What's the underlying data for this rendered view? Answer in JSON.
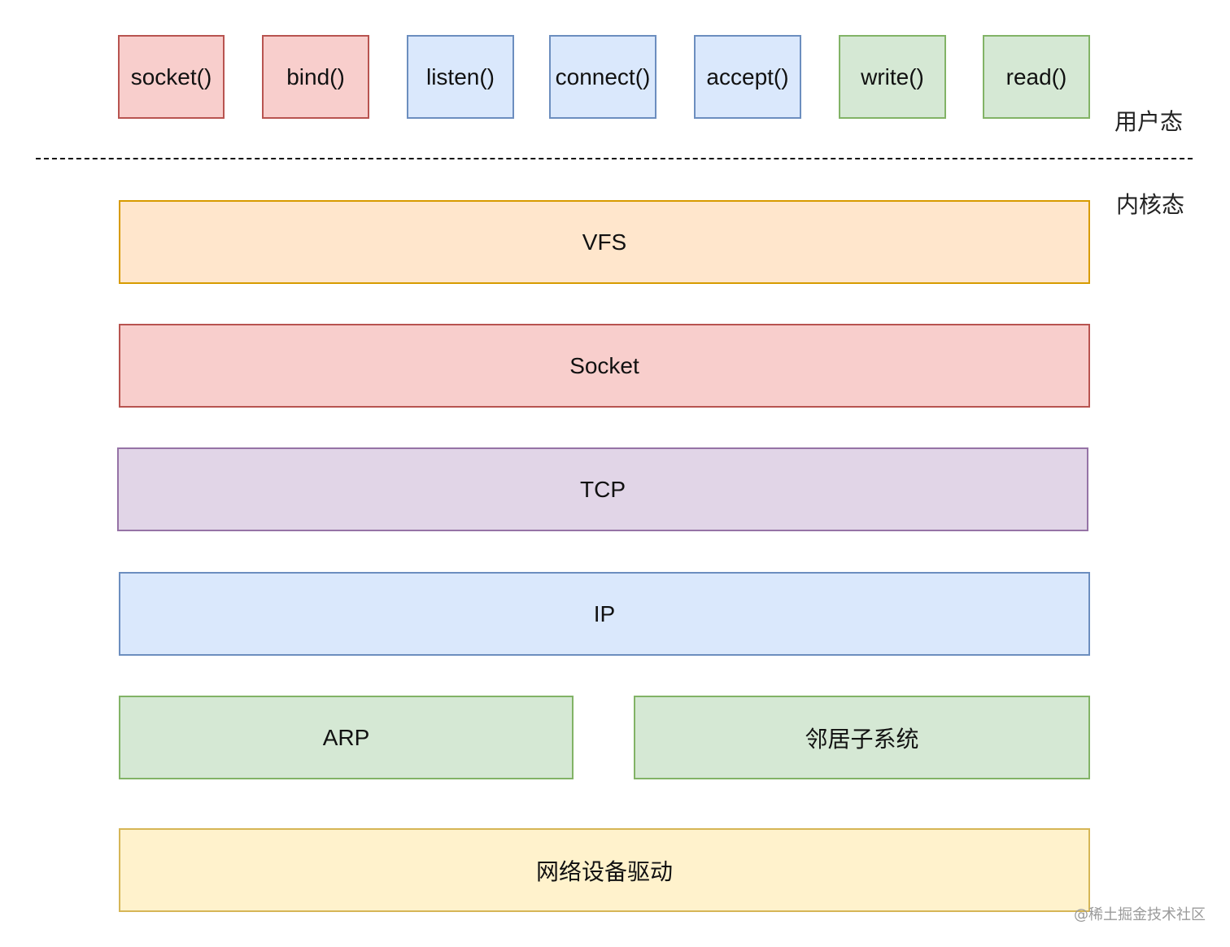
{
  "user_space": {
    "label": "用户态",
    "calls": [
      {
        "label": "socket()",
        "color": "red"
      },
      {
        "label": "bind()",
        "color": "red"
      },
      {
        "label": "listen()",
        "color": "blue"
      },
      {
        "label": "connect()",
        "color": "blue"
      },
      {
        "label": "accept()",
        "color": "blue"
      },
      {
        "label": "write()",
        "color": "green"
      },
      {
        "label": "read()",
        "color": "green"
      }
    ]
  },
  "kernel_space": {
    "label": "内核态",
    "layers": {
      "vfs": "VFS",
      "socket": "Socket",
      "tcp": "TCP",
      "ip": "IP",
      "arp": "ARP",
      "neighbor": "邻居子系统",
      "driver": "网络设备驱动"
    }
  },
  "colors": {
    "red": "#f8cecc",
    "blue": "#dae8fc",
    "green": "#d5e8d4",
    "orange": "#ffe6cc",
    "purple": "#e1d5e7",
    "yellow": "#fff2cc"
  },
  "watermark": "@稀土掘金技术社区"
}
